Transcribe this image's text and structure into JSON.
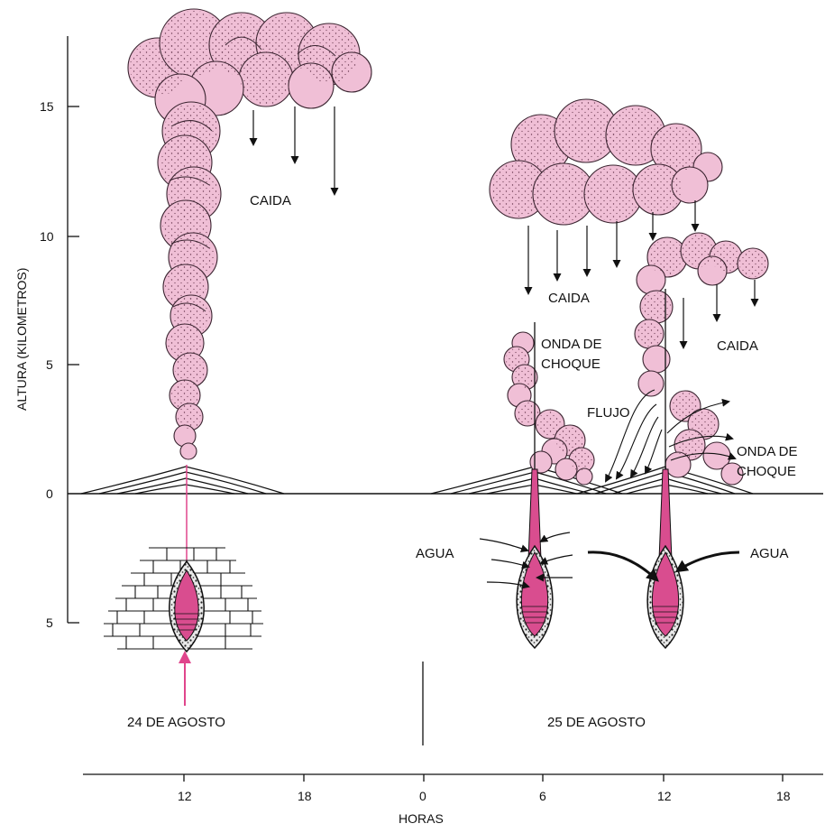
{
  "axis": {
    "y_label": "ALTURA (KILOMETROS)",
    "x_label": "HORAS",
    "y_ticks_above": [
      "15",
      "10",
      "5",
      "0"
    ],
    "y_ticks_below": [
      "5"
    ],
    "x_ticks": [
      "12",
      "18",
      "0",
      "6",
      "12",
      "18"
    ]
  },
  "dates": {
    "day1": "24 DE AGOSTO",
    "day2": "25 DE AGOSTO"
  },
  "labels": {
    "caida_1": "CAIDA",
    "caida_2": "CAIDA",
    "caida_3": "CAIDA",
    "onda_1_line1": "ONDA DE",
    "onda_1_line2": "CHOQUE",
    "onda_2_line1": "ONDA DE",
    "onda_2_line2": "CHOQUE",
    "flujo": "FLUJO",
    "agua_1": "AGUA",
    "agua_2": "AGUA"
  },
  "colors": {
    "cloud": "#f0bfd6",
    "cloud_stroke": "#3a2430",
    "magma": "#d94d8f",
    "arrow_pink": "#e0458c",
    "ink": "#111111"
  }
}
